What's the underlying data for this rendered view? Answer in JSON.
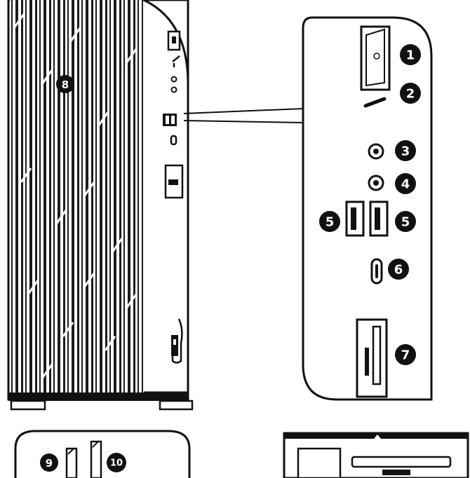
{
  "figure": {
    "callouts": {
      "c1": "1",
      "c2": "2",
      "c3": "3",
      "c4": "4",
      "c5a": "5",
      "c5b": "5",
      "c6": "6",
      "c7": "7",
      "c8": "8",
      "c9": "9",
      "c10": "10"
    }
  }
}
